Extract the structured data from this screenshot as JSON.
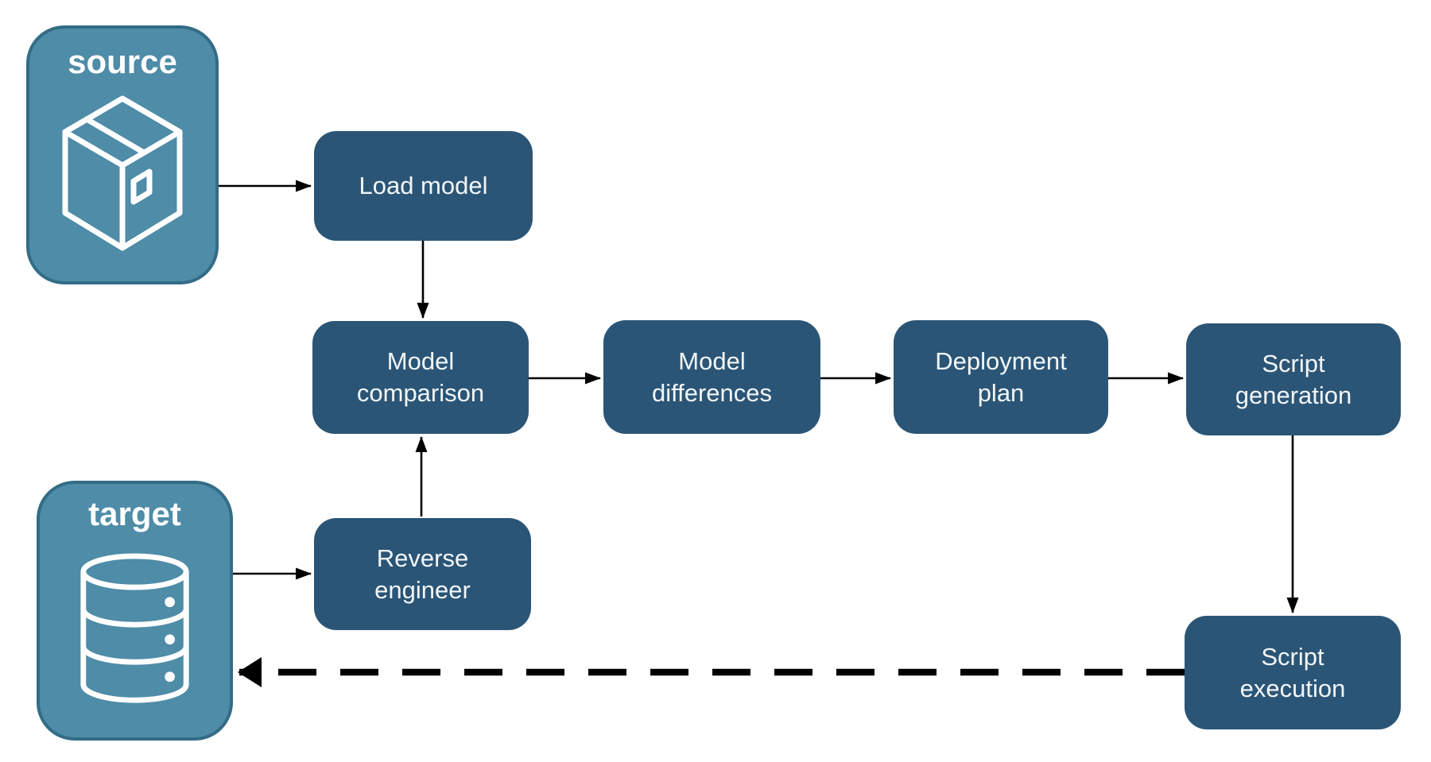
{
  "endpoints": [
    {
      "id": "source",
      "label": "source",
      "icon": "package-icon"
    },
    {
      "id": "target",
      "label": "target",
      "icon": "database-icon"
    }
  ],
  "nodes": [
    {
      "id": "load-model",
      "label": "Load model"
    },
    {
      "id": "model-comparison",
      "label": "Model\ncomparison"
    },
    {
      "id": "model-differences",
      "label": "Model\ndifferences"
    },
    {
      "id": "deployment-plan",
      "label": "Deployment\nplan"
    },
    {
      "id": "script-generation",
      "label": "Script\ngeneration"
    },
    {
      "id": "reverse-engineer",
      "label": "Reverse\nengineer"
    },
    {
      "id": "script-execution",
      "label": "Script\nexecution"
    }
  ],
  "edges": [
    {
      "from": "source",
      "to": "load-model",
      "style": "solid"
    },
    {
      "from": "load-model",
      "to": "model-comparison",
      "style": "solid"
    },
    {
      "from": "model-comparison",
      "to": "model-differences",
      "style": "solid"
    },
    {
      "from": "model-differences",
      "to": "deployment-plan",
      "style": "solid"
    },
    {
      "from": "deployment-plan",
      "to": "script-generation",
      "style": "solid"
    },
    {
      "from": "script-generation",
      "to": "script-execution",
      "style": "solid"
    },
    {
      "from": "target",
      "to": "reverse-engineer",
      "style": "solid"
    },
    {
      "from": "reverse-engineer",
      "to": "model-comparison",
      "style": "solid"
    },
    {
      "from": "script-execution",
      "to": "target",
      "style": "dashed"
    }
  ],
  "colors": {
    "background": "#ffffff",
    "node_fill": "#2B5576",
    "endpoint_fill": "#4E8CA8",
    "endpoint_border": "#336C86",
    "label_text": "#F2F6F8",
    "endpoint_label_text": "#ffffff",
    "icon_stroke": "#ffffff",
    "arrow": "#000000"
  }
}
